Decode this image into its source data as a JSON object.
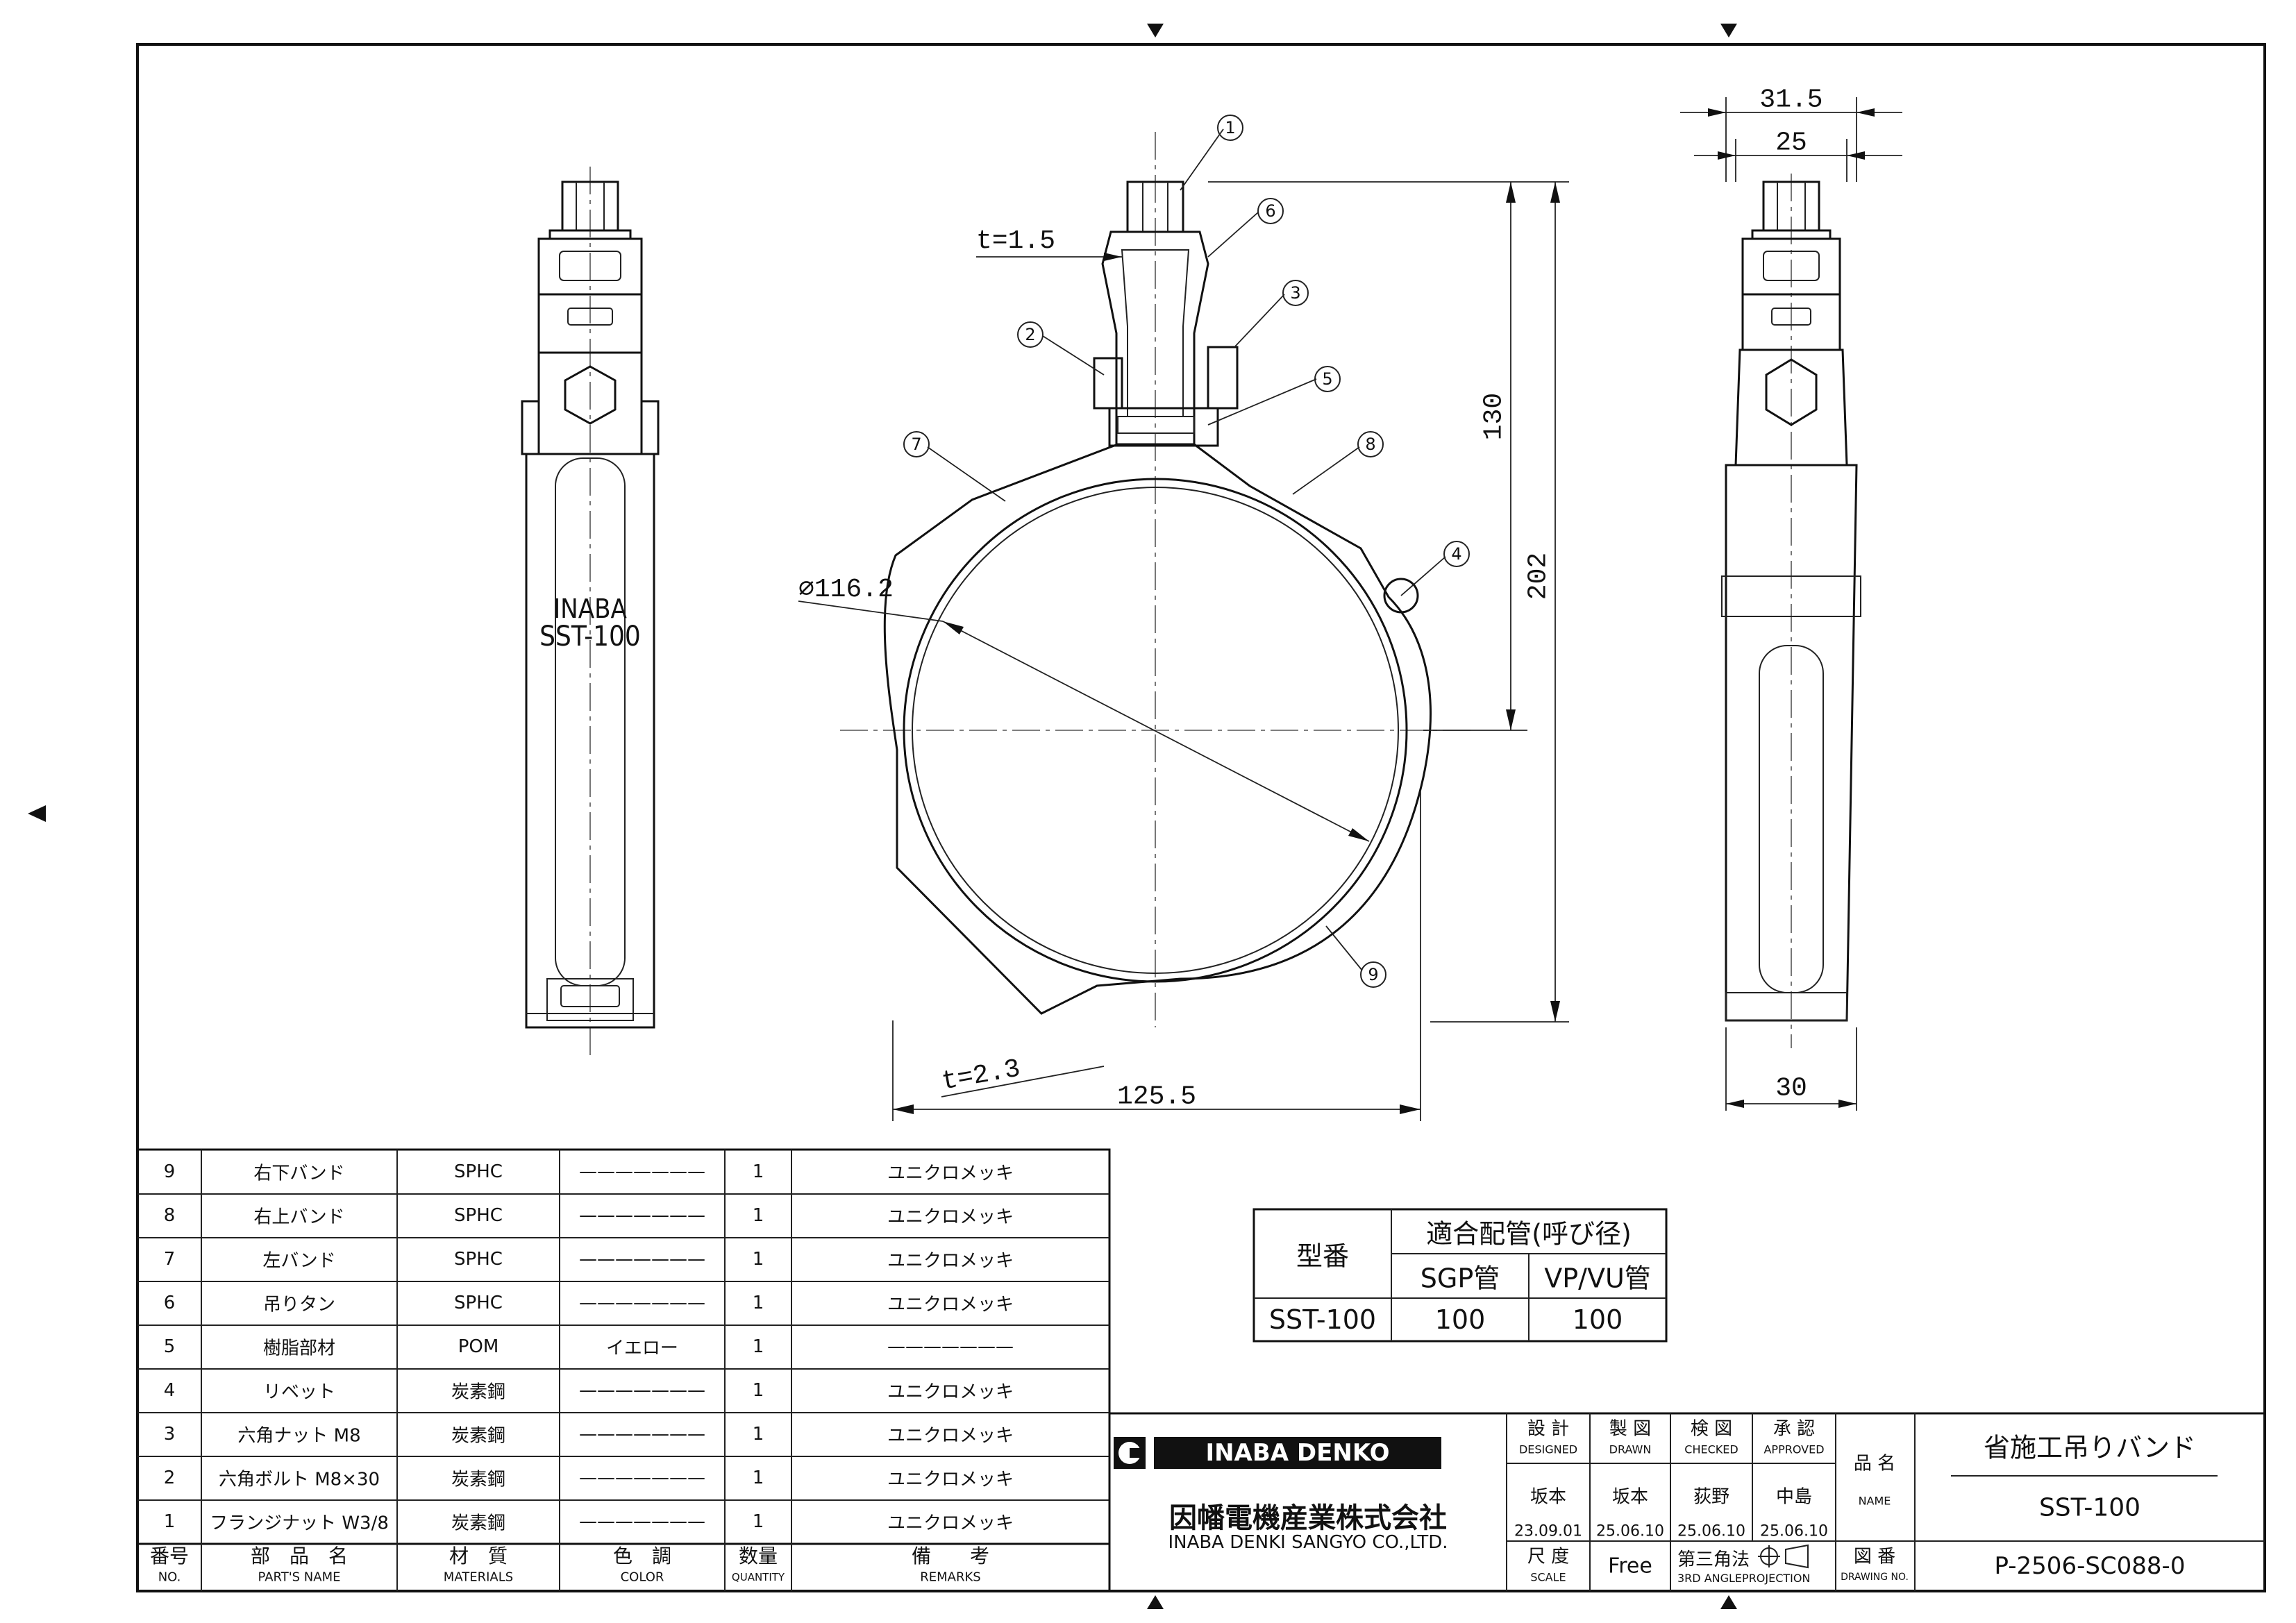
{
  "callouts": [
    "1",
    "2",
    "3",
    "4",
    "5",
    "6",
    "7",
    "8",
    "9"
  ],
  "dims": {
    "t_top": "t=1.5",
    "t_bot": "t=2.3",
    "diameter": "∅116.2",
    "width": "125.5",
    "h130": "130",
    "h202": "202",
    "w315": "31.5",
    "w25": "25",
    "w30": "30"
  },
  "side_text": {
    "brand": "INABA",
    "model": "SST-100"
  },
  "parts": [
    {
      "no": "9",
      "name": "右下バンド",
      "material": "SPHC",
      "color": "———————",
      "qty": "1",
      "remarks": "ユニクロメッキ"
    },
    {
      "no": "8",
      "name": "右上バンド",
      "material": "SPHC",
      "color": "———————",
      "qty": "1",
      "remarks": "ユニクロメッキ"
    },
    {
      "no": "7",
      "name": "左バンド",
      "material": "SPHC",
      "color": "———————",
      "qty": "1",
      "remarks": "ユニクロメッキ"
    },
    {
      "no": "6",
      "name": "吊りタン",
      "material": "SPHC",
      "color": "———————",
      "qty": "1",
      "remarks": "ユニクロメッキ"
    },
    {
      "no": "5",
      "name": "樹脂部材",
      "material": "POM",
      "color": "イエロー",
      "qty": "1",
      "remarks": "———————"
    },
    {
      "no": "4",
      "name": "リベット",
      "material": "炭素鋼",
      "color": "———————",
      "qty": "1",
      "remarks": "ユニクロメッキ"
    },
    {
      "no": "3",
      "name": "六角ナット M8",
      "material": "炭素鋼",
      "color": "———————",
      "qty": "1",
      "remarks": "ユニクロメッキ"
    },
    {
      "no": "2",
      "name": "六角ボルト M8×30",
      "material": "炭素鋼",
      "color": "———————",
      "qty": "1",
      "remarks": "ユニクロメッキ"
    },
    {
      "no": "1",
      "name": "フランジナット W3/8",
      "material": "炭素鋼",
      "color": "———————",
      "qty": "1",
      "remarks": "ユニクロメッキ"
    }
  ],
  "parts_header": {
    "no": "番号",
    "no_en": "NO.",
    "name": "部　品　名",
    "name_en": "PART'S NAME",
    "material": "材　質",
    "material_en": "MATERIALS",
    "color": "色　調",
    "color_en": "COLOR",
    "qty": "数量",
    "qty_en": "QUANTITY",
    "remarks": "備　　考",
    "remarks_en": "REMARKS"
  },
  "pipe_table": {
    "h_model": "型番",
    "h_fit": "適合配管(呼び径)",
    "h_sgp": "SGP管",
    "h_vp": "VP/VU管",
    "model": "SST-100",
    "sgp": "100",
    "vp": "100"
  },
  "title_block": {
    "brand": "INABA DENKO",
    "company_jp": "因幡電機産業株式会社",
    "company_en": "INABA DENKI SANGYO CO.,LTD.",
    "designed_jp": "設 計",
    "designed_en": "DESIGNED",
    "designed_by": "坂本",
    "designed_date": "23.09.01",
    "drawn_jp": "製 図",
    "drawn_en": "DRAWN",
    "drawn_by": "坂本",
    "drawn_date": "25.06.10",
    "checked_jp": "検 図",
    "checked_en": "CHECKED",
    "checked_by": "荻野",
    "checked_date": "25.06.10",
    "approved_jp": "承 認",
    "approved_en": "APPROVED",
    "approved_by": "中島",
    "approved_date": "25.06.10",
    "name_jp": "品 名",
    "name_en": "NAME",
    "product_name": "省施工吊りバンド",
    "product_model": "SST-100",
    "scale_jp": "尺 度",
    "scale_en": "SCALE",
    "scale": "Free",
    "projection_jp": "第三角法",
    "projection_en": "3RD ANGLEPROJECTION",
    "drawing_no_jp": "図 番",
    "drawing_no_en": "DRAWING NO.",
    "drawing_no": "P-2506-SC088-0"
  }
}
